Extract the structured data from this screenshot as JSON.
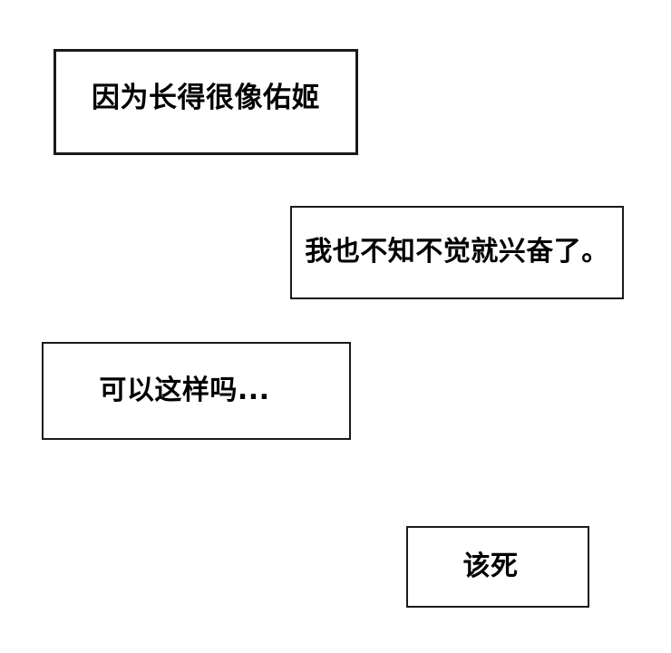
{
  "panel": {
    "background_color": "#ffffff",
    "box_border_color": "#1a1a1a",
    "text_color": "#000000",
    "captions": [
      {
        "text": "因为长得很像佑姬"
      },
      {
        "text": "我也不知不觉就兴奋了。"
      },
      {
        "text": "可以这样吗..."
      },
      {
        "text": "该死"
      }
    ]
  }
}
